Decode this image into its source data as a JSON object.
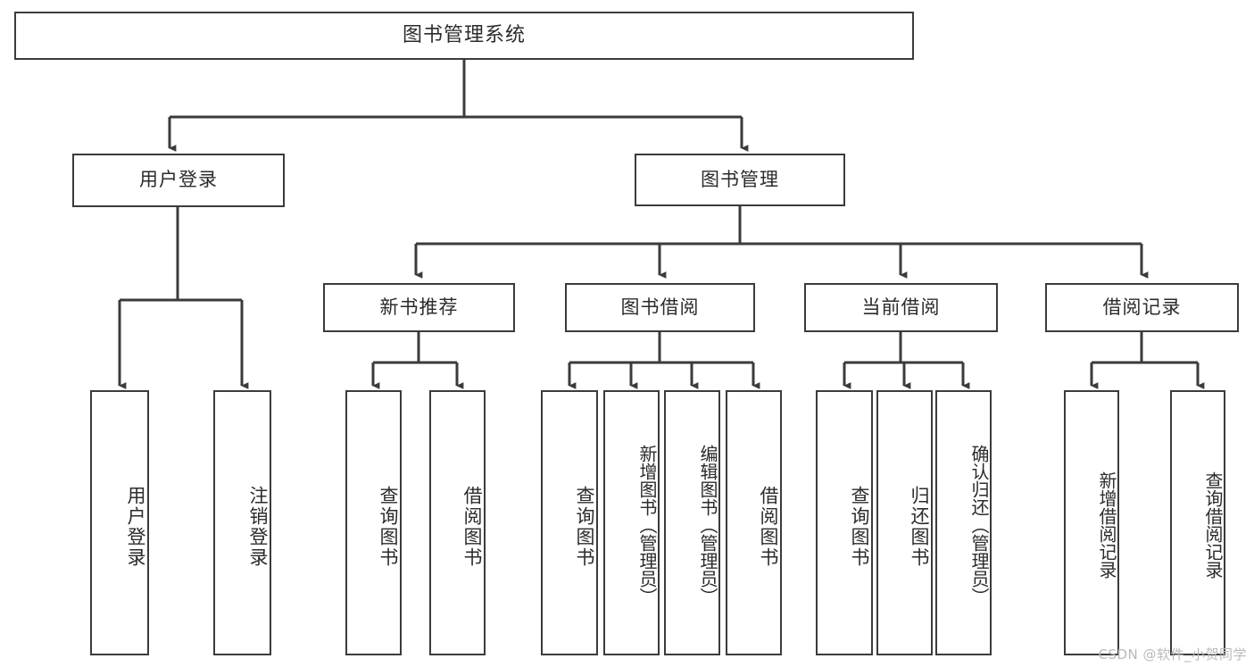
{
  "diagram": {
    "title": "图书管理系统",
    "type": "功能结构图",
    "style": {
      "background": "#ffffff",
      "stroke": "#3b3b3b",
      "fill": "#ffffff",
      "text": "#2b2b2b",
      "watermark_color": "#b9b9b9"
    },
    "root": {
      "label": "图书管理系统"
    },
    "level1": [
      {
        "label": "用户登录"
      },
      {
        "label": "图书管理"
      }
    ],
    "level2": [
      {
        "label": "新书推荐"
      },
      {
        "label": "图书借阅"
      },
      {
        "label": "当前借阅"
      },
      {
        "label": "借阅记录"
      }
    ],
    "leaves": {
      "user_login": [
        {
          "label": "用户登录"
        },
        {
          "label": "注销登录"
        }
      ],
      "new_book_recommend": [
        {
          "label": "查询图书"
        },
        {
          "label": "借阅图书"
        }
      ],
      "book_borrow": [
        {
          "label": "查询图书"
        },
        {
          "label": "新增图书（管理员）"
        },
        {
          "label": "编辑图书（管理员）"
        },
        {
          "label": "借阅图书"
        }
      ],
      "current_borrow": [
        {
          "label": "查询图书"
        },
        {
          "label": "归还图书"
        },
        {
          "label": "确认归还（管理员）"
        }
      ],
      "borrow_record": [
        {
          "label": "新增借阅记录"
        },
        {
          "label": "查询借阅记录"
        }
      ]
    }
  },
  "watermark": {
    "text": "CSDN @软件_小贺同学"
  }
}
